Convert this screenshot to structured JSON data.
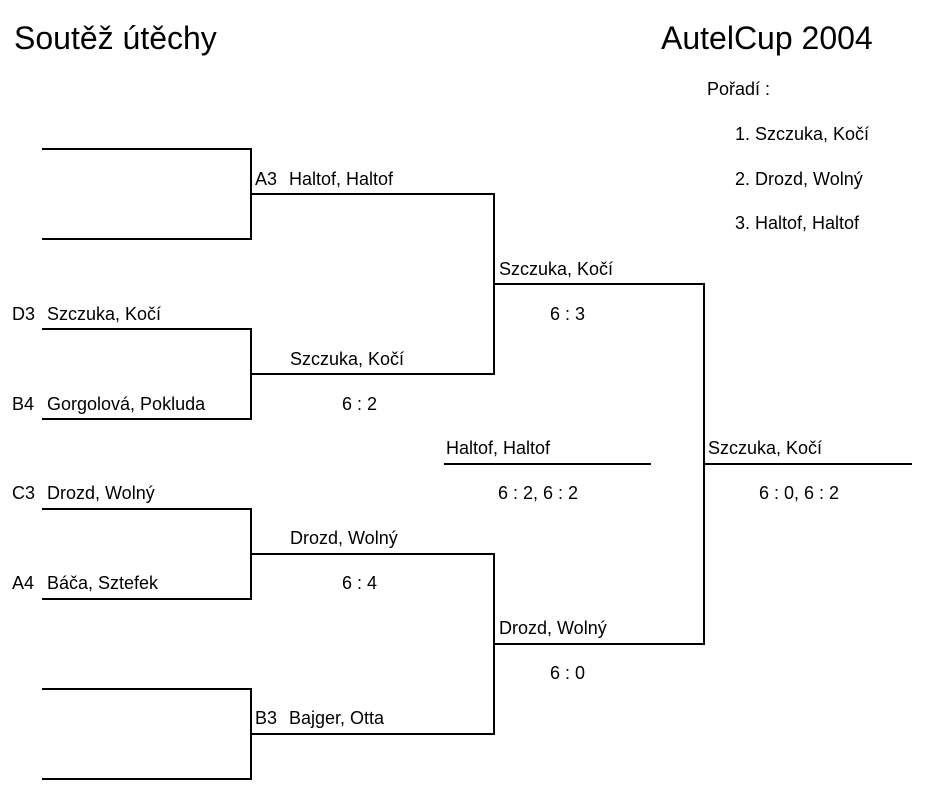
{
  "header": {
    "left_title": "Soutěž útěchy",
    "right_title": "AutelCup 2004"
  },
  "standings": {
    "heading": "Pořadí :",
    "entries": [
      "1. Szczuka, Kočí",
      "2. Drozd, Wolný",
      "3. Haltof, Haltof"
    ]
  },
  "round1": {
    "slot1": {
      "seed": "D3",
      "team": "Szczuka, Kočí"
    },
    "slot2": {
      "seed": "B4",
      "team": "Gorgolová, Pokluda"
    },
    "slot3": {
      "seed": "C3",
      "team": "Drozd, Wolný"
    },
    "slot4": {
      "seed": "A4",
      "team": "Báča, Sztefek"
    }
  },
  "round2": {
    "match1": {
      "seed": "A3",
      "winner": "Haltof, Haltof"
    },
    "match2": {
      "winner": "Szczuka, Kočí",
      "score": "6 : 2"
    },
    "match3": {
      "winner": "Drozd, Wolný",
      "score": "6 : 4"
    },
    "match4": {
      "seed": "B3",
      "winner": "Bajger, Otta"
    }
  },
  "semifinals": {
    "top": {
      "winner": "Szczuka, Kočí",
      "score": "6 : 3"
    },
    "bottom": {
      "winner": "Drozd, Wolný",
      "score": "6 : 0"
    }
  },
  "third_place": {
    "winner": "Haltof, Haltof",
    "score": "6 : 2, 6 : 2"
  },
  "final": {
    "winner": "Szczuka, Kočí",
    "score": "6 : 0, 6 : 2"
  }
}
